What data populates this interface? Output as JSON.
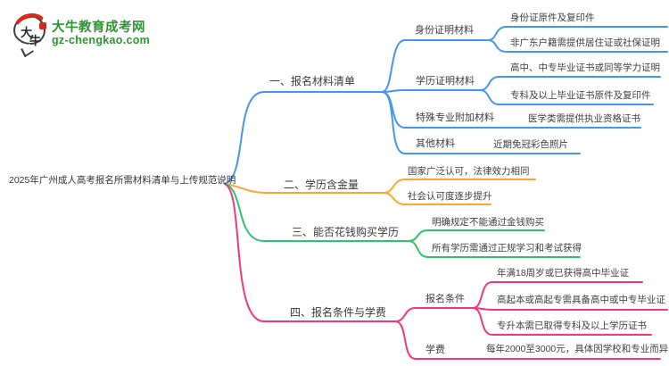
{
  "logo": {
    "brand": "大牛教育成考网",
    "domain": "gz-chengkao.com",
    "bubble_chars": [
      "大",
      "牛"
    ],
    "brand_color": "#2e9434",
    "seal_color": "#d5281e"
  },
  "root": {
    "label": "2025年广州成人高考报名所需材料清单与上传规范说明"
  },
  "branches": [
    {
      "label": "一、报名材料清单",
      "color": "#4596ef",
      "children": [
        {
          "label": "身份证明材料",
          "leaves": [
            "身份证原件及复印件",
            "非广东户籍需提供居住证或社保证明"
          ]
        },
        {
          "label": "学历证明材料",
          "leaves": [
            "高中、中专毕业证书或同等学力证明",
            "专科及以上毕业证书原件及复印件"
          ]
        },
        {
          "label": "特殊专业附加材料",
          "leaves": [
            "医学类需提供执业资格证书"
          ]
        },
        {
          "label": "其他材料",
          "leaves": [
            "近期免冠彩色照片"
          ]
        }
      ]
    },
    {
      "label": "二、学历含金量",
      "color": "#f7a833",
      "leaves": [
        "国家广泛认可，法律效力相同",
        "社会认可度逐步提升"
      ]
    },
    {
      "label": "三、能否花钱购买学历",
      "color": "#2ec46f",
      "leaves": [
        "明确规定不能通过金钱购买",
        "所有学历需通过正规学习和考试获得"
      ]
    },
    {
      "label": "四、报名条件与学费",
      "color": "#f0397c",
      "children": [
        {
          "label": "报名条件",
          "leaves": [
            "年满18周岁或已获得高中毕业证",
            "高起本或高起专需具备高中或中专毕业证",
            "专升本需已取得专科及以上学历证书"
          ]
        },
        {
          "label": "学费",
          "leaves": [
            "每年2000至3000元，具体因学校和专业而异"
          ]
        }
      ]
    }
  ]
}
